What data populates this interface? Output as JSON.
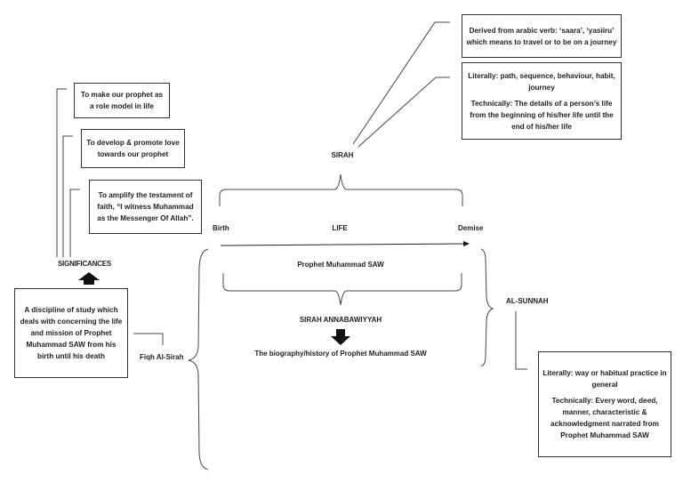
{
  "sirah": {
    "label": "SIRAH",
    "origin_box": "Derived from arabic verb: ‘saara’, ‘yasiiru’ which means to travel or to be on a journey",
    "meaning_box": {
      "literal": "Literally: path, sequence, behaviour, habit, journey",
      "technical": "Technically: The details of a person’s life from the beginning of his/her life until the end of his/her life"
    }
  },
  "timeline": {
    "start": "Birth",
    "middle": "LIFE",
    "end": "Demise",
    "subject": "Prophet Muhammad SAW"
  },
  "sirah_annabawiyyah": {
    "label": "SIRAH ANNABAWIYYAH",
    "meaning": "The biography/history of Prophet Muhammad SAW"
  },
  "significances": {
    "label": "SIGNIFICANCES",
    "items": [
      "To make our prophet as a role model in life",
      "To develop & promote love towards our prophet",
      "To amplify the testament of faith, “I witness Muhammad as the Messenger Of Allah”."
    ]
  },
  "fiqh_al_sirah": {
    "label": "Fiqh Al-Sirah",
    "definition": "A discipline of study which deals with concerning the life and mission of Prophet Muhammad SAW from his birth until his death"
  },
  "al_sunnah": {
    "label": "AL-SUNNAH",
    "literal": "Literally: way or habitual practice in general",
    "technical": "Technically: Every word, deed, manner, characteristic & acknowledgment narrated from Prophet Muhammad SAW"
  }
}
